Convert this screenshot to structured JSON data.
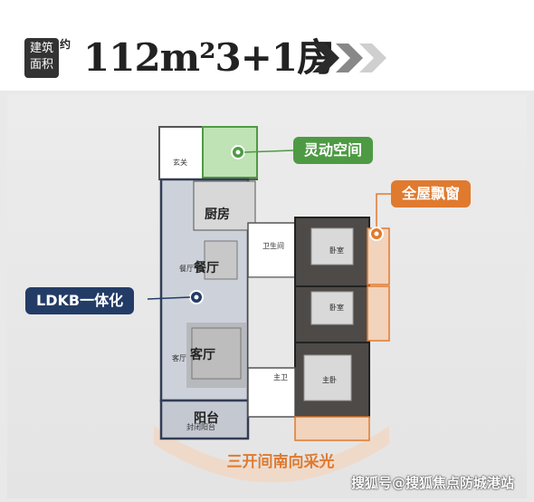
{
  "header": {
    "badge_line1": "建筑",
    "badge_line2": "面积",
    "approx": "约",
    "headline": "112m²3+1房"
  },
  "callouts": {
    "flex_space": "灵动空间",
    "bay_window": "全屋飘窗",
    "ldkb": "LDKB一体化"
  },
  "rooms": {
    "foyer": "玄关",
    "kitchen": "厨房",
    "dining_small": "餐厅",
    "dining": "餐厅",
    "living_small": "客厅",
    "living": "客厅",
    "balcony": "阳台",
    "balcony_small": "封闭阳台",
    "bathroom": "卫生间",
    "bedroom1": "卧室",
    "bedroom2": "卧室",
    "master_bath": "主卫",
    "master_bedroom": "主卧"
  },
  "arc_label": "三开间南向采光",
  "watermark": "搜狐号@搜狐焦点防城港站",
  "colors": {
    "green": "#4e9a44",
    "orange": "#e07a2f",
    "navy": "#233c66",
    "dark_floor": "#4d4a48"
  }
}
